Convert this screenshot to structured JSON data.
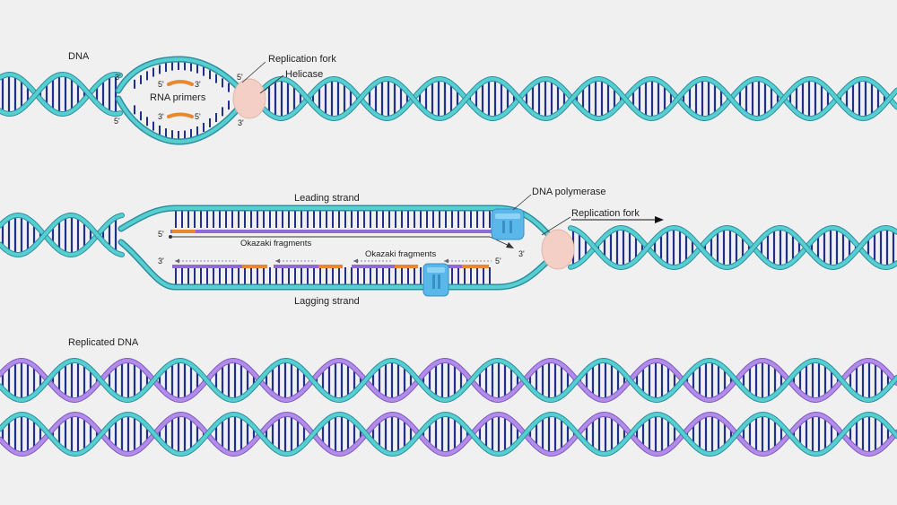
{
  "colors": {
    "background": "#f0f0f0",
    "strand_teal": "#56cfd0",
    "strand_teal_edge": "#2f8ea1",
    "strand_purple": "#b28ce8",
    "base_pair": "#1f2f8a",
    "primer_orange": "#e8892f",
    "helicase_pink": "#f3cfc6",
    "polymerase_blue": "#59b7ea"
  },
  "section1": {
    "title": "DNA",
    "replication_fork": "Replication fork",
    "helicase": "Helicase",
    "rna_primers": "RNA primers",
    "ends": {
      "left_top": "3'",
      "left_bottom": "5'",
      "fork_top": "5'",
      "fork_bottom": "3'",
      "primer_top_left": "5'",
      "primer_top_right": "3'",
      "primer_bottom_left": "3'",
      "primer_bottom_right": "5'"
    }
  },
  "section2": {
    "leading_strand": "Leading strand",
    "lagging_strand": "Lagging strand",
    "okazaki_fragments_1": "Okazaki fragments",
    "okazaki_fragments_2": "Okazaki fragments",
    "dna_polymerase": "DNA polymerase",
    "replication_fork": "Replication fork",
    "ends": {
      "leading_5": "5'",
      "lagging_3": "3'",
      "lagging_5": "5'",
      "fork_3": "3'"
    }
  },
  "section3": {
    "title": "Replicated DNA"
  }
}
